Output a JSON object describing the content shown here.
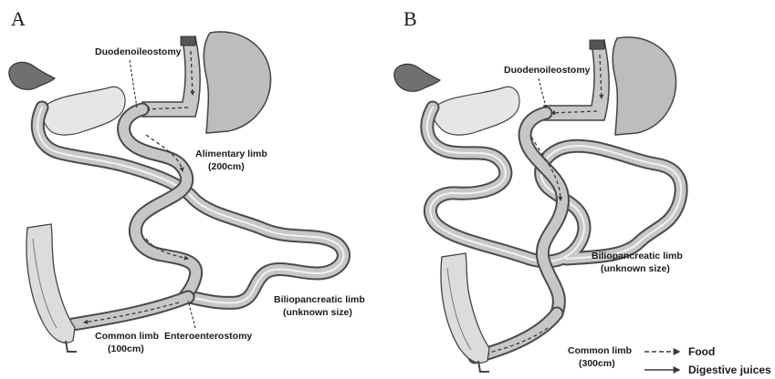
{
  "panels": [
    {
      "letter": "A",
      "labels": {
        "anastomosis_top": "Duodenoileostomy",
        "alimentary_line1": "Alimentary limb",
        "alimentary_line2": "(200cm)",
        "biliopancreatic_line1": "Biliopancreatic limb",
        "biliopancreatic_line2": "(unknown size)",
        "common_line1": "Common limb",
        "common_line2": "(100cm)",
        "anastomosis_bottom": "Enteroenterostomy"
      }
    },
    {
      "letter": "B",
      "labels": {
        "anastomosis_top": "Duodenoileostomy",
        "biliopancreatic_line1": "Biliopancreatic limb",
        "biliopancreatic_line2": "(unknown size)",
        "common_line1": "Common limb",
        "common_line2": "(300cm)"
      }
    }
  ],
  "legend": {
    "food": "Food",
    "digestive_juices": "Digestive juices"
  },
  "colors": {
    "intestine_fill": "#c7c7c7",
    "intestine_outline": "#4a4a4a",
    "organ_fill": "#bdbdbd",
    "pancreas_fill": "#e6e6e6",
    "gallbladder_fill": "#707070",
    "arrow": "#3a3a3a"
  }
}
